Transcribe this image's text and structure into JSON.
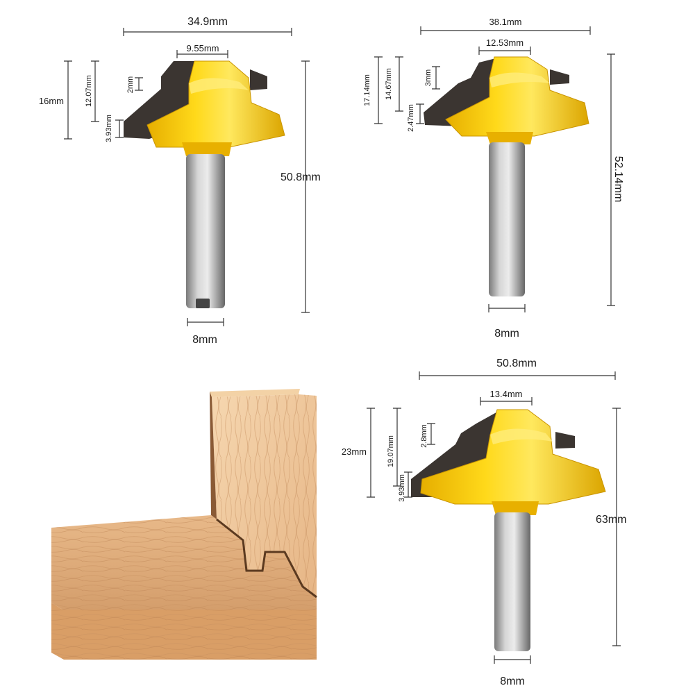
{
  "colors": {
    "body_yellow": "#f5c800",
    "body_yellow_dark": "#d9a400",
    "body_yellow_light": "#ffe45a",
    "carbide": "#3a3532",
    "shank_light": "#c9c9c9",
    "shank_dark": "#6f6f6f",
    "wood_light": "#f1cba0",
    "wood_mid": "#d9a878",
    "wood_dark": "#b98357"
  },
  "bit_a": {
    "width": "34.9mm",
    "top": "9.55mm",
    "tooth": "2mm",
    "body": "16mm",
    "profile": "12.07mm",
    "lip": "3.93mm",
    "length": "50.8mm",
    "shank": "8mm"
  },
  "bit_b": {
    "width": "38.1mm",
    "top": "12.53mm",
    "body": "17.14mm",
    "profile": "14.67mm",
    "tooth": "3mm",
    "lip": "2.47mm",
    "length": "52.14mm",
    "shank": "8mm"
  },
  "bit_c": {
    "width": "50.8mm",
    "top": "13.4mm",
    "body": "23mm",
    "profile": "19.07mm",
    "tooth": "2.8mm",
    "lip": "3.93mm",
    "length": "63mm",
    "shank": "8mm"
  },
  "icons": {
    "router_bit": "router-bit-icon",
    "joint": "lock-miter-joint-icon"
  }
}
